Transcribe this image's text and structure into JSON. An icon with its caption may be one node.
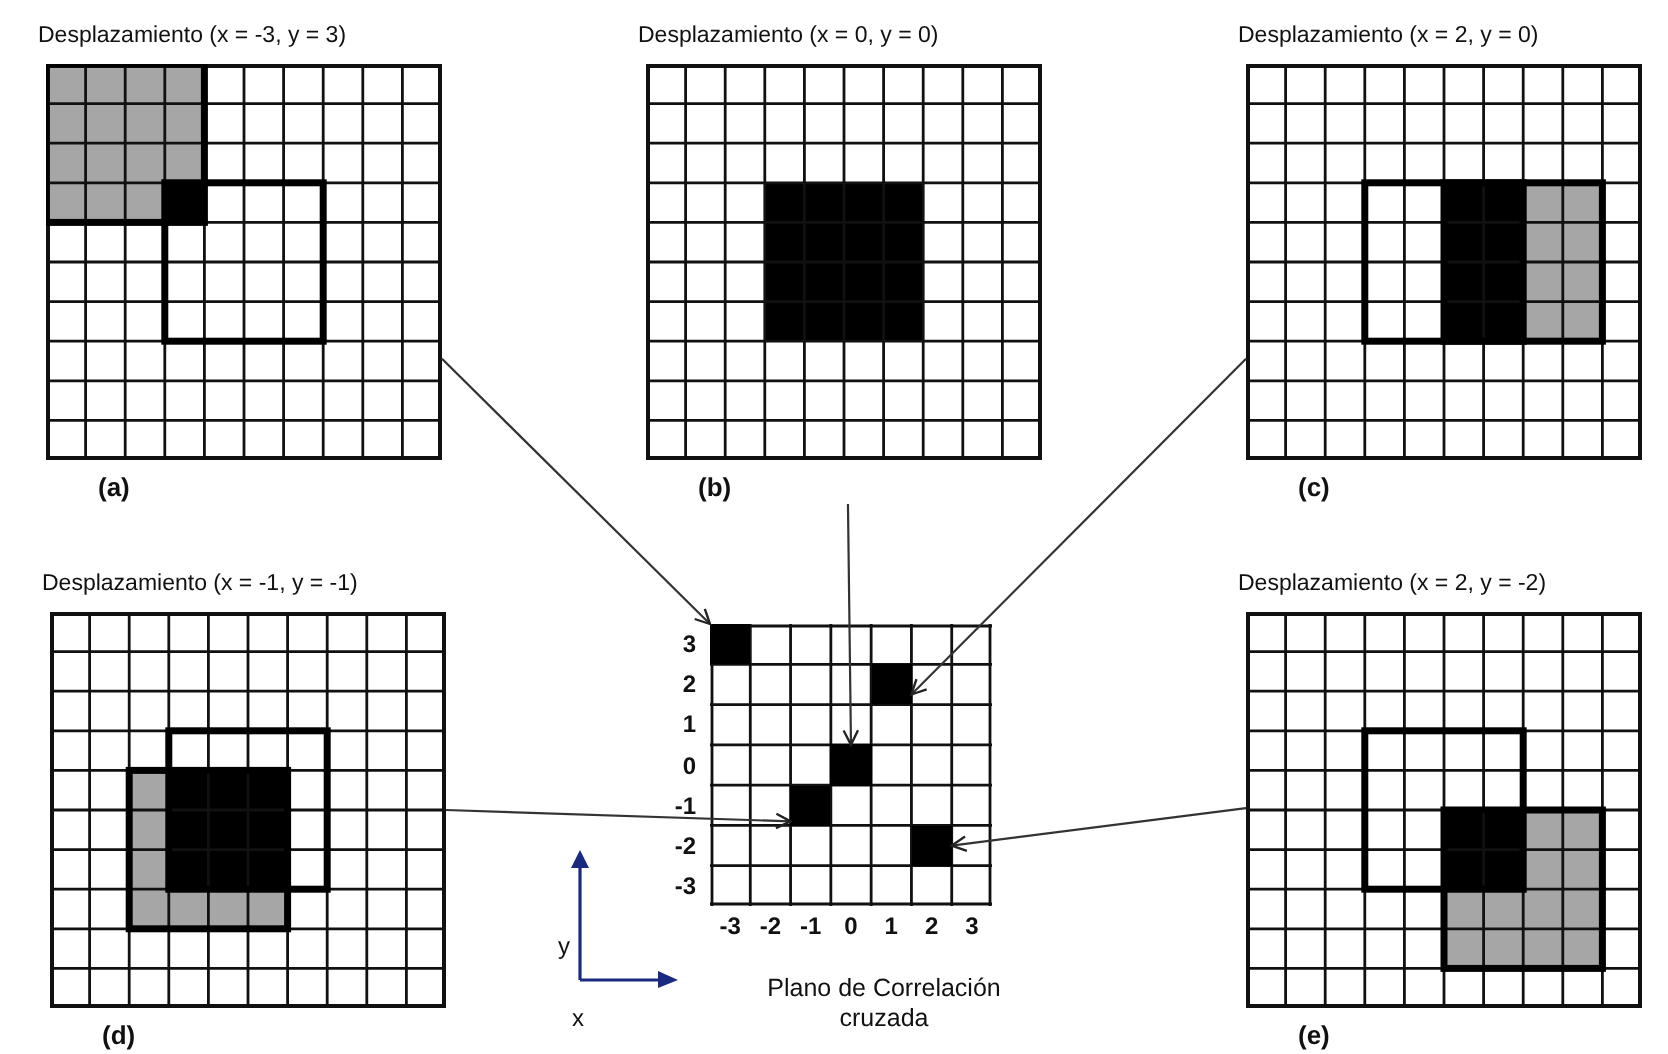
{
  "diagram": {
    "nodes": [
      {
        "text": [
          "Desplazamiento (x = -3, y = 3)"
        ],
        "beside": [
          "(a)"
        ]
      },
      {
        "text": [
          "Desplazamiento (x = 0, y = 0)"
        ],
        "beside": [
          "(b)"
        ]
      },
      {
        "text": [
          "Desplazamiento (x = 2, y = 0)"
        ],
        "beside": [
          "(c)"
        ]
      },
      {
        "text": [
          "Desplazamiento (x = -1, y = -1)"
        ],
        "beside": [
          "(d)"
        ]
      },
      {
        "text": [],
        "shape": "box",
        "beside": [
          "Plano de Correlación cruzada"
        ]
      },
      {
        "text": [],
        "shape": "box",
        "in": 4
      },
      {
        "text": [],
        "shape": "box",
        "in": 4
      },
      {
        "text": [],
        "shape": "box",
        "in": 4
      },
      {
        "text": [],
        "shape": "box",
        "in": 4
      },
      {
        "text": [],
        "shape": "box",
        "in": 4
      },
      {
        "text": [
          "Desplazamiento (x = 2, y = -2)"
        ],
        "beside": [
          "(e)"
        ]
      }
    ],
    "edges": [
      {
        "from": 0,
        "to": 5,
        "arrow": "to"
      },
      {
        "from": 1,
        "to": 7,
        "arrow": "to"
      },
      {
        "from": 2,
        "to": 6,
        "arrow": "to"
      },
      {
        "from": 3,
        "to": 8,
        "arrow": "to"
      },
      {
        "from": 10,
        "to": 9,
        "arrow": "to"
      }
    ],
    "labels": [
      "3",
      "2",
      "1",
      "0",
      "-1",
      "-2",
      "-3",
      "-3",
      "-2",
      "-1",
      "0",
      "1",
      "2",
      "3",
      "y",
      "x"
    ]
  }
}
